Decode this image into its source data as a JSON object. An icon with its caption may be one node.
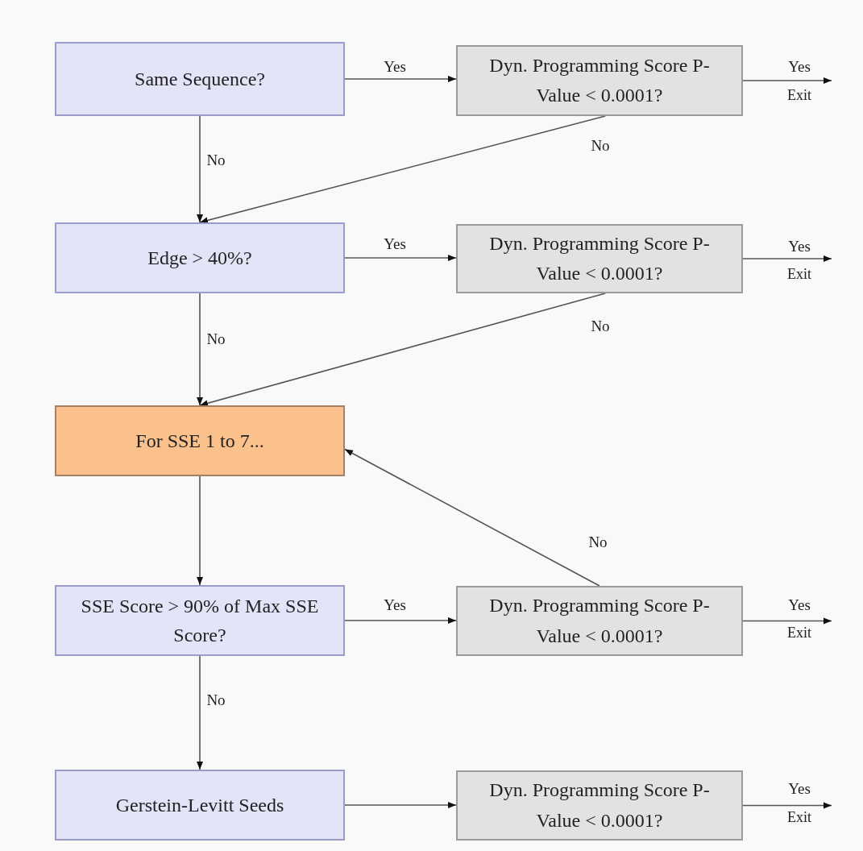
{
  "diagram": {
    "nodes": [
      {
        "text": [
          "Same Sequence?"
        ]
      },
      {
        "text": [
          "Dyn. Programming Score P-Value < 0.0001?"
        ]
      },
      {
        "text": [
          "Edge > 40%?"
        ]
      },
      {
        "text": [
          "Dyn. Programming Score P-Value < 0.0001?"
        ]
      },
      {
        "text": [
          "For SSE 1 to 7..."
        ]
      },
      {
        "text": [
          "SSE Score > 90% of Max SSE Score?"
        ]
      },
      {
        "text": [
          "Dyn. Programming Score P-Value < 0.0001?"
        ]
      },
      {
        "text": [
          "Gerstein-Levitt Seeds"
        ]
      },
      {
        "text": [
          "Dyn. Programming Score P-Value < 0.0001?"
        ]
      }
    ],
    "edges": [
      {
        "from": 0,
        "to": 1,
        "arrow": "to",
        "label": "Yes"
      },
      {
        "from": 1,
        "to": null,
        "arrow": "to",
        "label": "Yes"
      },
      {
        "from": 0,
        "to": 2,
        "arrow": "to",
        "label": "No"
      },
      {
        "from": 1,
        "to": 2,
        "arrow": "to",
        "label": "No"
      },
      {
        "from": 2,
        "to": 3,
        "arrow": "to",
        "label": "Yes"
      },
      {
        "from": 3,
        "to": null,
        "arrow": "to",
        "label": "Yes"
      },
      {
        "from": 2,
        "to": 4,
        "arrow": "to",
        "label": "No"
      },
      {
        "from": 3,
        "to": 4,
        "arrow": "to",
        "label": "No"
      },
      {
        "from": 4,
        "to": 5,
        "arrow": "to"
      },
      {
        "from": 5,
        "to": 6,
        "arrow": "to",
        "label": "Yes"
      },
      {
        "from": 6,
        "to": null,
        "arrow": "to",
        "label": "Yes"
      },
      {
        "from": 6,
        "to": 4,
        "arrow": "to",
        "label": "No"
      },
      {
        "from": 5,
        "to": 7,
        "arrow": "to",
        "label": "No"
      },
      {
        "from": 7,
        "to": 8,
        "arrow": "to"
      },
      {
        "from": 8,
        "to": null,
        "arrow": "to",
        "label": "Yes"
      }
    ],
    "labels": [
      "Exit",
      "Exit",
      "Exit",
      "Exit"
    ]
  }
}
